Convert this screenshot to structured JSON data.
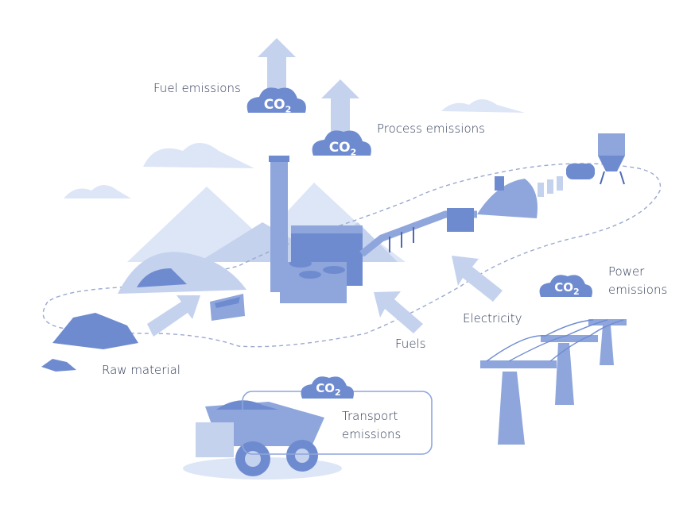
{
  "labels": {
    "fuel_emissions": "Fuel emissions",
    "process_emissions": "Process emissions",
    "power_emissions_line1": "Power",
    "power_emissions_line2": "emissions",
    "electricity": "Electricity",
    "fuels": "Fuels",
    "raw_material": "Raw material",
    "transport_emissions_line1": "Transport",
    "transport_emissions_line2": "emissions"
  },
  "co2": {
    "main": "CO",
    "sub": "2"
  },
  "colors": {
    "primary": "#6f8bd0",
    "mid": "#8ea6dc",
    "light": "#c4d2ee",
    "pale": "#dde6f6",
    "dark": "#4e68b5",
    "text": "#2f3a56"
  }
}
